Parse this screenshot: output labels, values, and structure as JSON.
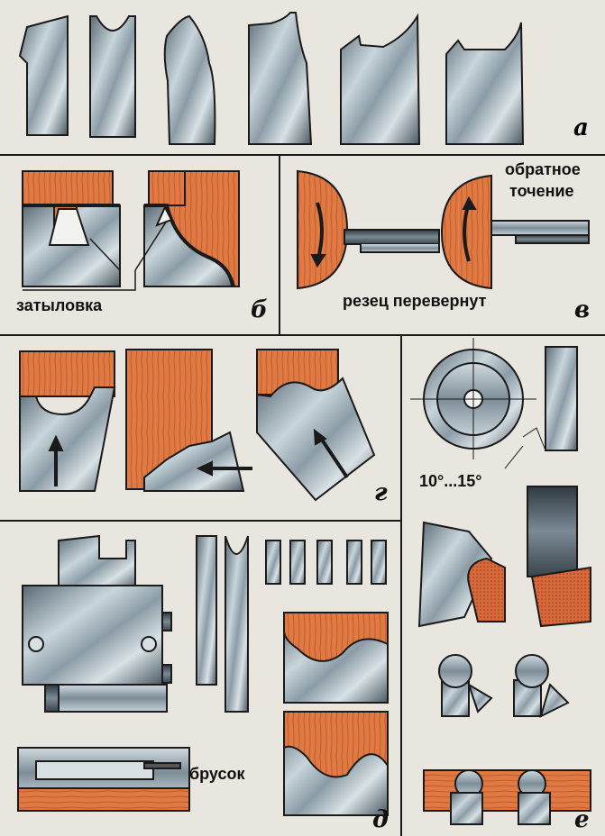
{
  "panels": {
    "a": {
      "letter": "а"
    },
    "b": {
      "letter": "б",
      "label": "затыловка"
    },
    "v": {
      "letter": "в",
      "label_top_line1": "обратное",
      "label_top_line2": "точение",
      "label_bottom": "резец перевернут"
    },
    "g": {
      "letter": "г"
    },
    "d": {
      "letter": "д",
      "label": "брусок"
    },
    "e": {
      "letter": "е",
      "angle_label": "10°...15°"
    }
  },
  "colors": {
    "background": "#e9e6df",
    "steel_light": "#c9d6dc",
    "steel_dark": "#4d5c66",
    "wood": "#e07a45",
    "wood_dark": "#b5522a",
    "outline": "#1a1a1a"
  }
}
